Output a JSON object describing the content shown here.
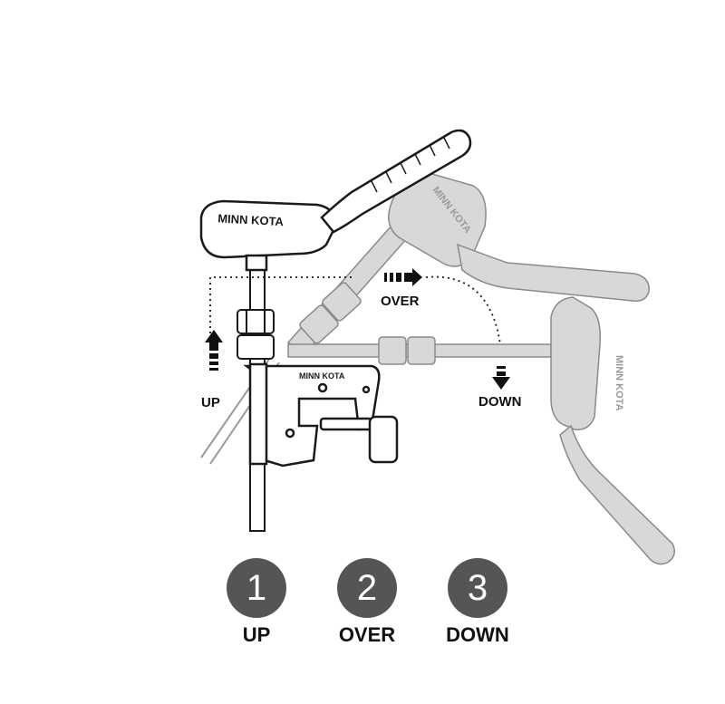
{
  "motor": {
    "brand": "MINN KOTA",
    "colors": {
      "ghost": "#d8d8d8",
      "ghost_stroke": "#8a8a8a",
      "line": "#1a1a1a",
      "fill": "#ffffff"
    }
  },
  "labels": {
    "up": "UP",
    "over": "OVER",
    "down": "DOWN"
  },
  "steps": [
    {
      "number": "1",
      "label": "UP"
    },
    {
      "number": "2",
      "label": "OVER"
    },
    {
      "number": "3",
      "label": "DOWN"
    }
  ],
  "colors": {
    "step_circle": "#555555",
    "text": "#111111"
  }
}
